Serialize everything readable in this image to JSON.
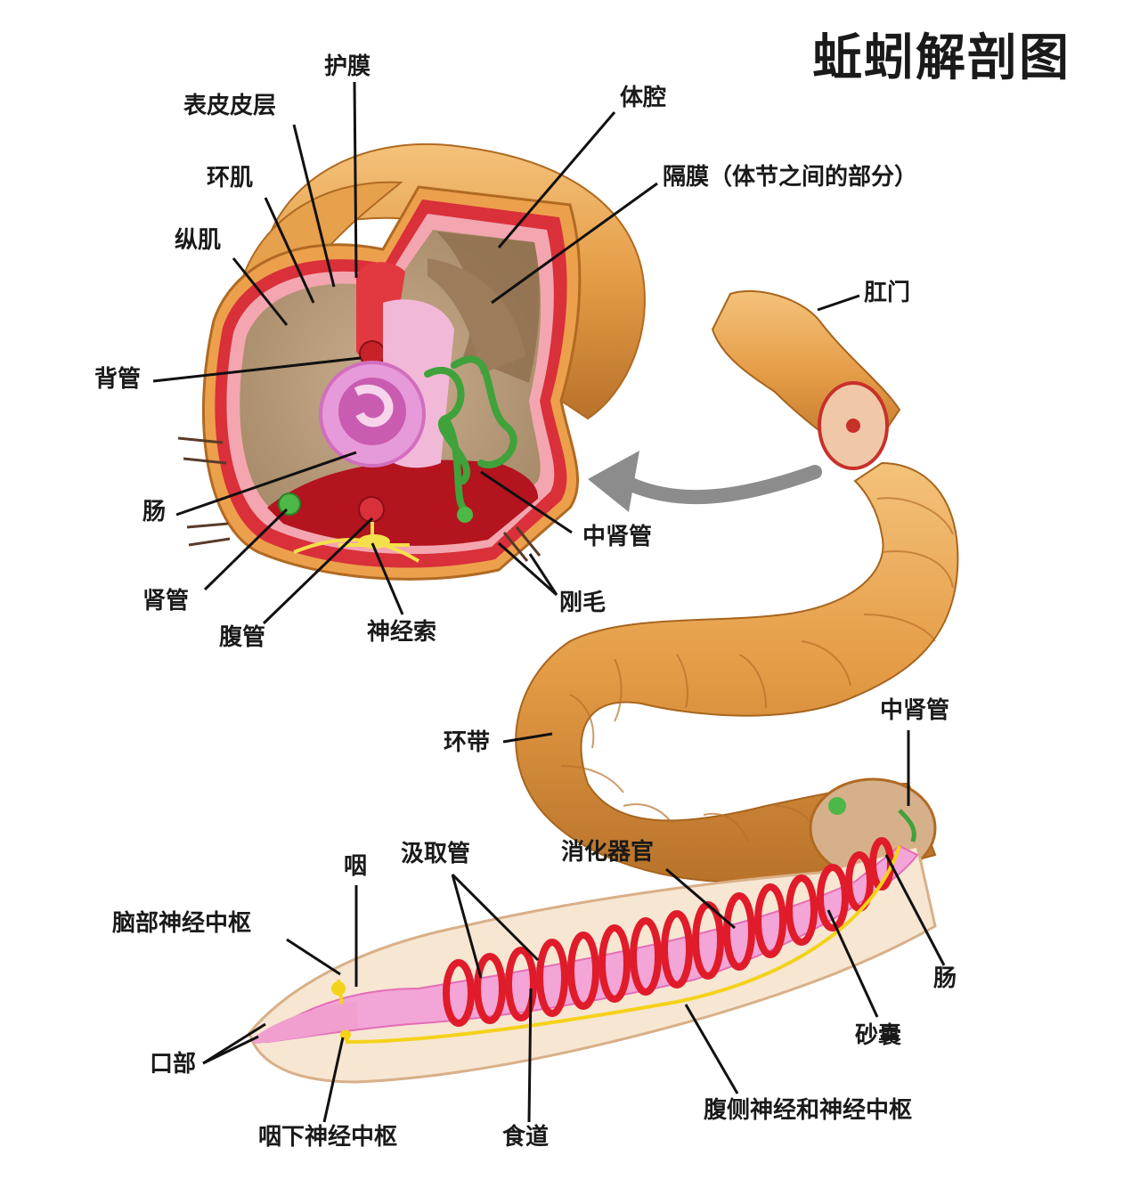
{
  "title": "蚯蚓解剖图",
  "cross_section": {
    "labels": {
      "hu_mo": "护膜",
      "biao_pi": "表皮皮层",
      "huan_ji": "环肌",
      "zong_ji": "纵肌",
      "bei_guan": "背管",
      "chang": "肠",
      "shen_guan": "肾管",
      "fu_guan": "腹管",
      "shen_jing_suo": "神经索",
      "gang_mao": "刚毛",
      "zhong_shen_guan": "中肾管",
      "ti_qiang": "体腔",
      "ge_mo": "隔膜（体节之间的部分）"
    }
  },
  "whole_worm": {
    "labels": {
      "gang_men": "肛门",
      "huan_dai": "环带",
      "zhong_shen_guan": "中肾管",
      "xiao_hua_qi_guan": "消化器官",
      "chang": "肠",
      "sha_nang": "砂囊",
      "fu_ce_shen_jing": "腹侧神经和神经中枢",
      "shi_dao": "食道",
      "yan_xia": "咽下神经中枢",
      "kou_bu": "口部",
      "nao_bu": "脑部神经中枢",
      "yan": "咽",
      "ji_qu_guan": "汲取管"
    }
  },
  "colors": {
    "skin": "#E8A04A",
    "skin_dark": "#C77A2A",
    "muscle_red": "#D9303A",
    "membrane_pink": "#F3A6B0",
    "cavity_tan": "#B89A78",
    "intestine_pink": "#E79AD9",
    "nephridia_green": "#3FA23A",
    "nerve_yellow": "#F4E04A",
    "arrow_gray": "#8C8C8C"
  }
}
